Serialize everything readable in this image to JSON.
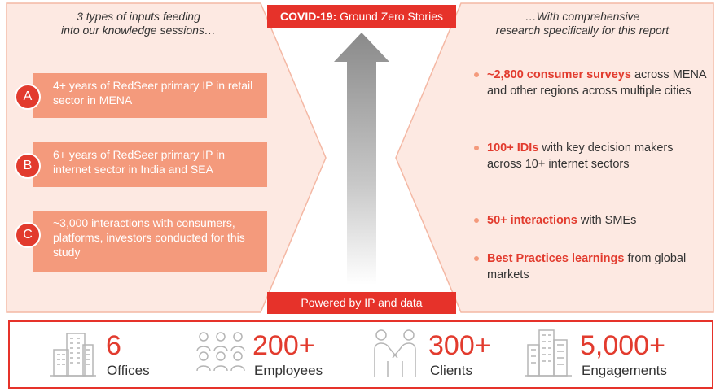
{
  "left_panel": {
    "title_line1": "3 types of inputs feeding",
    "title_line2": "into our knowledge sessions…",
    "inputs": [
      {
        "badge": "A",
        "text": "4+ years of RedSeer primary IP in retail sector in MENA"
      },
      {
        "badge": "B",
        "text": "6+ years of RedSeer primary IP in internet sector in India and SEA"
      },
      {
        "badge": "C",
        "text": "~3,000 interactions with consumers, platforms, investors conducted for this study"
      }
    ]
  },
  "center": {
    "banner_bold": "COVID-19:",
    "banner_rest": " Ground Zero Stories",
    "bottom_banner": "Powered by IP and data"
  },
  "right_panel": {
    "title_line1": "…With comprehensive",
    "title_line2": "research specifically for this report",
    "items": [
      {
        "highlight": "~2,800 consumer surveys",
        "rest": " across MENA and other regions across multiple cities"
      },
      {
        "highlight": "100+ IDIs",
        "rest": " with key decision makers across 10+ internet sectors"
      },
      {
        "highlight": "50+ interactions",
        "rest": " with SMEs"
      },
      {
        "highlight": "Best Practices learnings",
        "rest": " from global markets"
      }
    ]
  },
  "stats": [
    {
      "icon": "buildings-icon",
      "value": "6",
      "label": "Offices"
    },
    {
      "icon": "people-group-icon",
      "value": "200+",
      "label": "Employees"
    },
    {
      "icon": "handshake-icon",
      "value": "300+",
      "label": "Clients"
    },
    {
      "icon": "city-skyline-icon",
      "value": "5,000+",
      "label": "Engagements"
    }
  ],
  "colors": {
    "accent_red": "#e6322a",
    "salmon": "#f49a7c",
    "panel_fill": "#fde9e2",
    "panel_border": "#f4b8a4"
  }
}
